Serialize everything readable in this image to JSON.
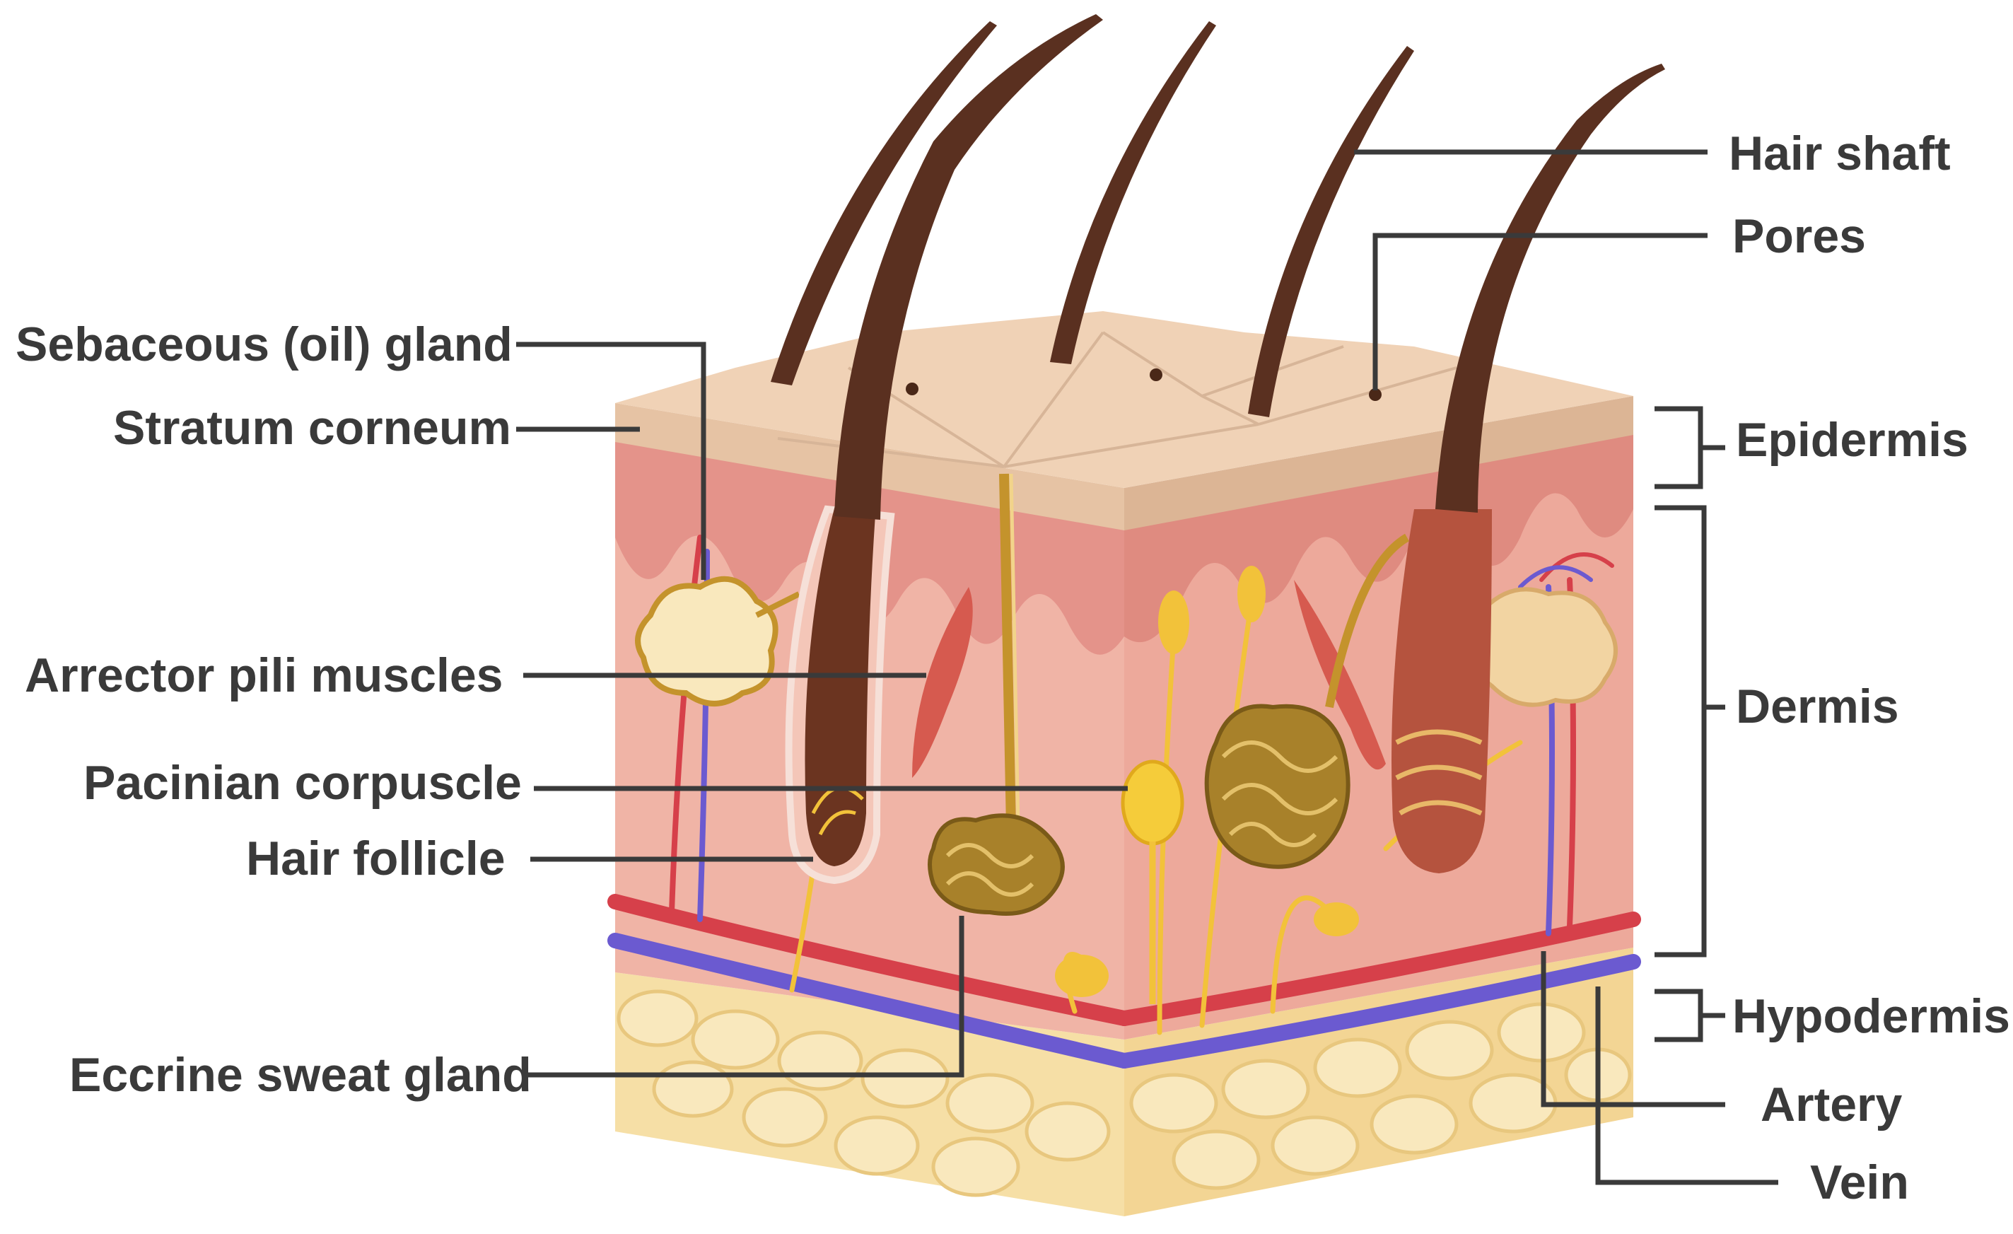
{
  "labels": {
    "sebaceous_gland": "Sebaceous (oil) gland",
    "stratum_corneum": "Stratum corneum",
    "arrector_pili": "Arrector pili muscles",
    "pacinian_corpuscle": "Pacinian corpuscle",
    "hair_follicle": "Hair follicle",
    "eccrine_sweat_gland": "Eccrine sweat gland",
    "hair_shaft": "Hair shaft",
    "pores": "Pores",
    "epidermis": "Epidermis",
    "dermis": "Dermis",
    "hypodermis": "Hypodermis",
    "artery": "Artery",
    "vein": "Vein"
  },
  "colors": {
    "skin_surface": "#f0d2b6",
    "stratum_corneum": "#e6c3a4",
    "epidermis": "#e4938a",
    "dermis": "#f0b4a6",
    "hypodermis": "#f6dfa6",
    "fat_cells": "#f9e8bd",
    "hair": "#5a3020",
    "artery": "#d6404a",
    "vein": "#6b5ad0",
    "gland": "#c4932c",
    "nerve": "#f2c23a",
    "muscle": "#d65a4f",
    "text": "#3a3a3a"
  }
}
